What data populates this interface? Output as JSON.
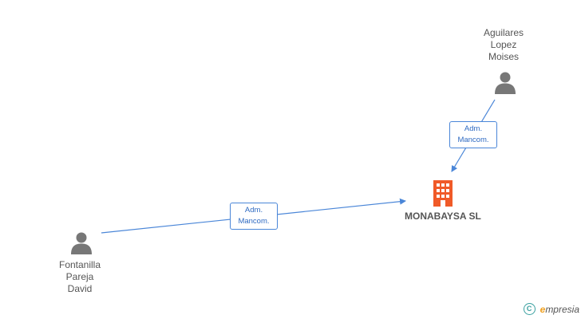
{
  "people": [
    {
      "id": "aguilares",
      "lines": [
        "Aguilares",
        "Lopez",
        "Moises"
      ]
    },
    {
      "id": "fontanilla",
      "lines": [
        "Fontanilla",
        "Pareja",
        "David"
      ]
    }
  ],
  "relations": [
    {
      "from": "Aguilares Lopez Moises",
      "to": "MONABAYSA SL",
      "label_line1": "Adm.",
      "label_line2": "Mancom."
    },
    {
      "from": "Fontanilla Pareja David",
      "to": "MONABAYSA SL",
      "label_line1": "Adm.",
      "label_line2": "Mancom."
    }
  ],
  "company": {
    "name": "MONABAYSA SL"
  },
  "footer": {
    "copyright_symbol": "C",
    "brand_initial": "e",
    "brand_rest": "mpresia"
  },
  "colors": {
    "edge": "#4a86d8",
    "person": "#777777",
    "company": "#f05a28",
    "brand": "#3aa0a0"
  }
}
